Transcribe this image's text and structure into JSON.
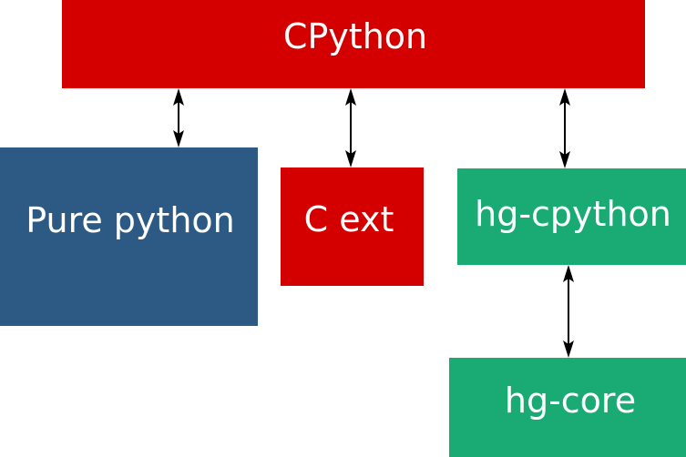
{
  "colors": {
    "cpython": "#d40000",
    "pure_python": "#2c5a85",
    "c_ext": "#d40000",
    "hg_cpython": "#1aaa74",
    "hg_core": "#1aaa74",
    "arrow": "#000000",
    "label_text": "#ffffff"
  },
  "boxes": {
    "cpython": {
      "label": "CPython"
    },
    "pure_python": {
      "label": "Pure python"
    },
    "c_ext": {
      "label": "C ext"
    },
    "hg_cpython": {
      "label": "hg-cpython"
    },
    "hg_core": {
      "label": "hg-core"
    }
  },
  "connections": [
    {
      "from": "cpython",
      "to": "pure_python",
      "type": "bidirectional"
    },
    {
      "from": "cpython",
      "to": "c_ext",
      "type": "bidirectional"
    },
    {
      "from": "cpython",
      "to": "hg_cpython",
      "type": "bidirectional"
    },
    {
      "from": "hg_cpython",
      "to": "hg_core",
      "type": "bidirectional"
    }
  ]
}
